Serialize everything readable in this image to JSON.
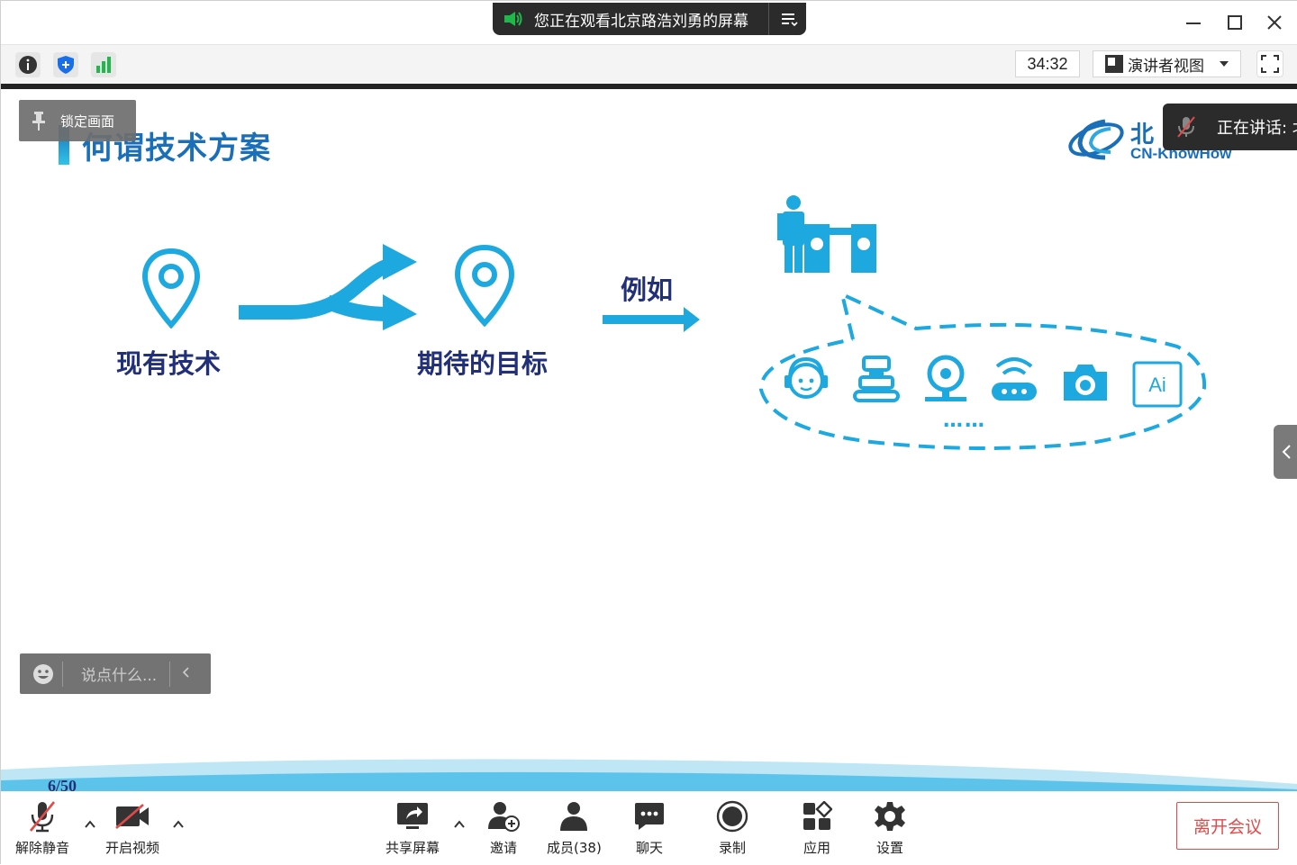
{
  "titlebar": {
    "share_notice": "您正在观看北京路浩刘勇的屏幕"
  },
  "toolbar": {
    "timer": "34:32",
    "view_mode": "演讲者视图"
  },
  "overlay": {
    "lock_screen": "锁定画面",
    "speaking_label": "正在讲话: 北",
    "chat_placeholder": "说点什么..."
  },
  "slide": {
    "title": "何谓技术方案",
    "logo_line1": "北 京",
    "logo_line2": "CN-KnowHow",
    "current_tech": "现有技术",
    "expected_goal": "期待的目标",
    "for_example": "例如",
    "dots": "……",
    "page": "6/50"
  },
  "bottombar": {
    "unmute": "解除静音",
    "start_video": "开启视频",
    "share_screen": "共享屏幕",
    "invite": "邀请",
    "members": "成员(38)",
    "chat": "聊天",
    "record": "录制",
    "apps": "应用",
    "settings": "设置",
    "leave": "离开会议"
  },
  "colors": {
    "accent_blue": "#1ea8e0",
    "title_blue": "#1a6fb8",
    "navy_text": "#22307a",
    "leave_red": "#e24a4a",
    "muted_red": "#e24a4a",
    "signal_green": "#1fb84a"
  }
}
